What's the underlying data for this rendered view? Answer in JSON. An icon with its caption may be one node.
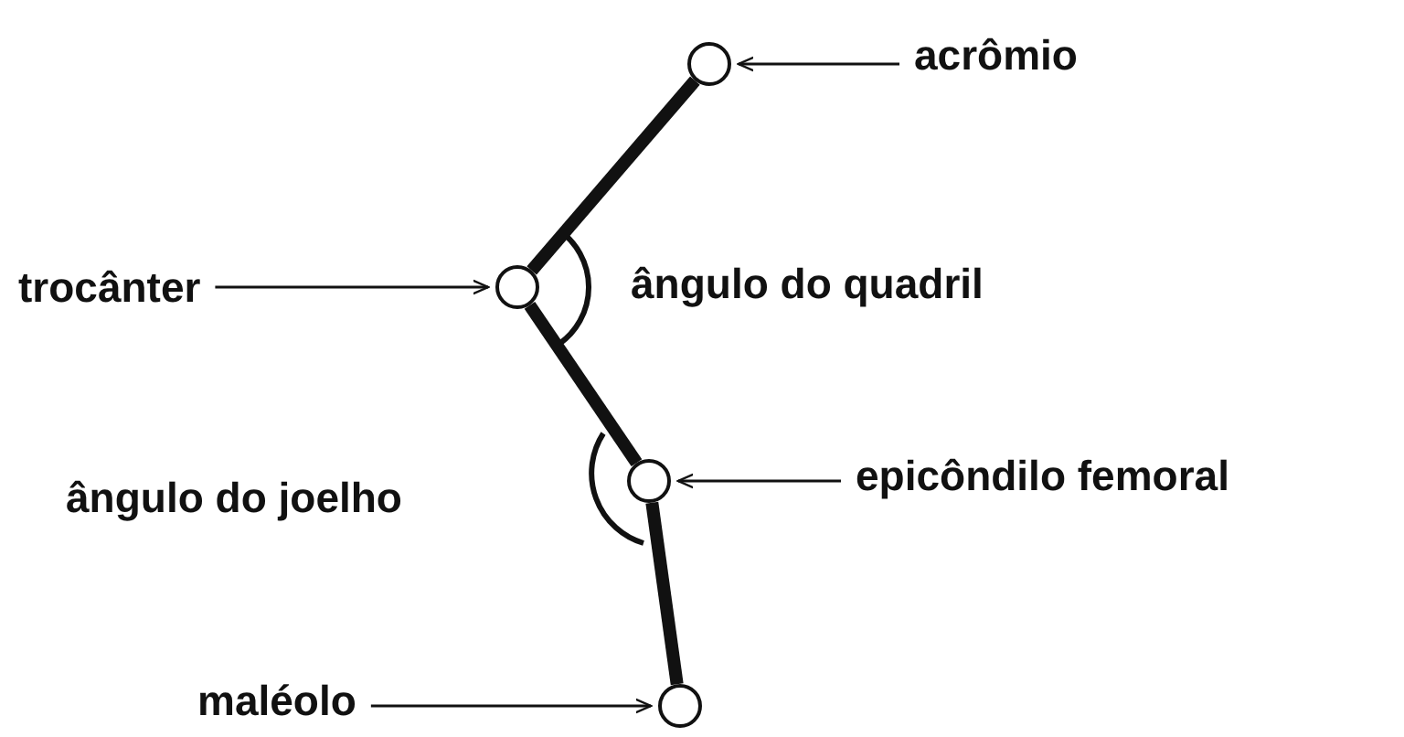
{
  "diagram": {
    "nodes": [
      {
        "text": [],
        "shape": "circle"
      },
      {
        "text": [],
        "shape": "circle"
      },
      {
        "text": [],
        "shape": "circle"
      },
      {
        "text": [],
        "shape": "circle"
      },
      {
        "text": [
          "acrômio"
        ]
      },
      {
        "text": [
          "trocânter"
        ]
      },
      {
        "text": [
          "epicôndilo femoral"
        ]
      },
      {
        "text": [
          "maléolo"
        ]
      }
    ],
    "edges": [
      {
        "from": 0,
        "to": 1,
        "arrow": "none",
        "style": "thick"
      },
      {
        "from": 1,
        "to": 2,
        "arrow": "none",
        "style": "thick"
      },
      {
        "from": 2,
        "to": 3,
        "arrow": "none",
        "style": "thick"
      },
      {
        "from": 4,
        "to": 0,
        "arrow": "to"
      },
      {
        "from": 5,
        "to": 1,
        "arrow": "to"
      },
      {
        "from": 6,
        "to": 2,
        "arrow": "to"
      },
      {
        "from": 7,
        "to": 3,
        "arrow": "to"
      }
    ],
    "labels": [
      "ângulo do quadril",
      "ângulo do joelho"
    ]
  }
}
